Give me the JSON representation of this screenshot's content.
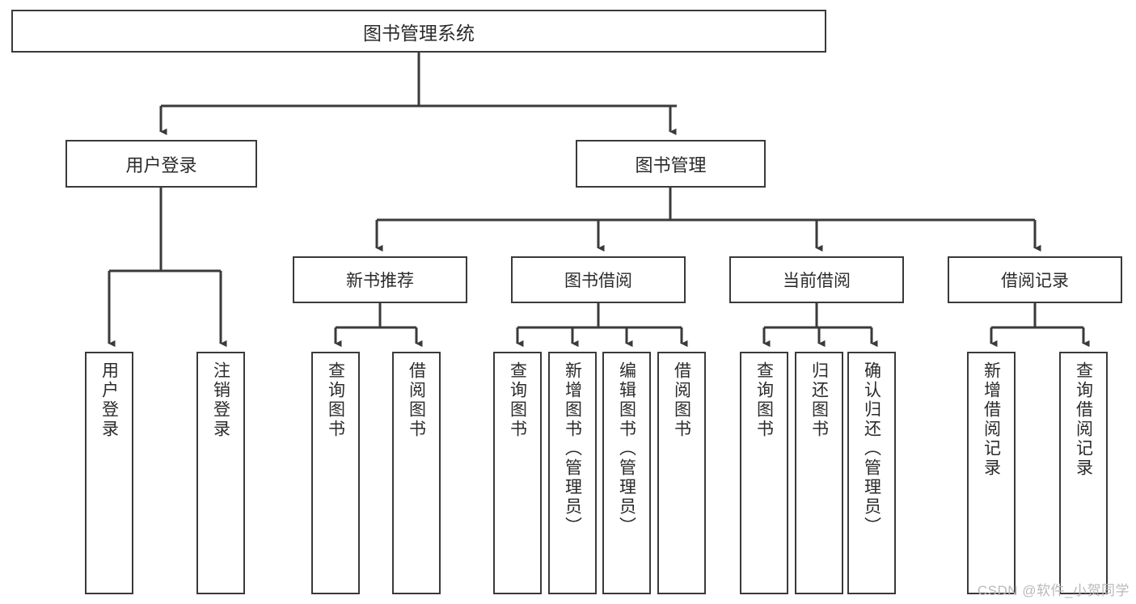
{
  "diagram": {
    "title": "图书管理系统",
    "watermark": "CSDN @软件_小贺同学",
    "colors": {
      "box_border": "#3a3a3a",
      "box_fill": "#ffffff",
      "edge": "#3a3a3a",
      "text": "#2b2b2b",
      "watermark": "#b9b9b9",
      "background": "#ffffff"
    },
    "root": {
      "label": "图书管理系统"
    },
    "level2": [
      {
        "label": "用户登录"
      },
      {
        "label": "图书管理"
      }
    ],
    "level3": [
      {
        "label": "新书推荐"
      },
      {
        "label": "图书借阅"
      },
      {
        "label": "当前借阅"
      },
      {
        "label": "借阅记录"
      }
    ],
    "leaves": {
      "user_login": [
        {
          "label": "用户登录"
        },
        {
          "label": "注销登录"
        }
      ],
      "new_book_recommend": [
        {
          "label": "查询图书"
        },
        {
          "label": "借阅图书"
        }
      ],
      "book_borrow": [
        {
          "label": "查询图书"
        },
        {
          "label": "新增图书（管理员）"
        },
        {
          "label": "编辑图书（管理员）"
        },
        {
          "label": "借阅图书"
        }
      ],
      "current_borrow": [
        {
          "label": "查询图书"
        },
        {
          "label": "归还图书"
        },
        {
          "label": "确认归还（管理员）"
        }
      ],
      "borrow_record": [
        {
          "label": "新增借阅记录"
        },
        {
          "label": "查询借阅记录"
        }
      ]
    }
  }
}
